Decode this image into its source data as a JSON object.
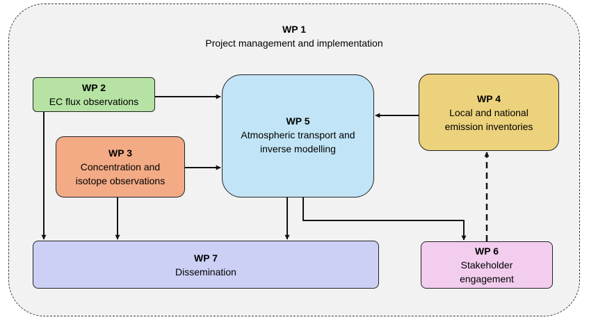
{
  "wp1": {
    "title": "WP 1",
    "subtitle": "Project management and implementation"
  },
  "wp2": {
    "title": "WP 2",
    "lines": [
      "EC flux observations"
    ]
  },
  "wp3": {
    "title": "WP 3",
    "lines": [
      "Concentration and",
      "isotope observations"
    ]
  },
  "wp4": {
    "title": "WP 4",
    "lines": [
      "Local and national",
      "emission inventories"
    ]
  },
  "wp5": {
    "title": "WP 5",
    "lines": [
      "Atmospheric transport and",
      "inverse modelling"
    ]
  },
  "wp6": {
    "title": "WP 6",
    "lines": [
      "Stakeholder",
      "engagement"
    ]
  },
  "wp7": {
    "title": "WP 7",
    "lines": [
      "Dissemination"
    ]
  },
  "colors": {
    "wp2": "#b6e3a4",
    "wp3": "#f3ab86",
    "wp4": "#ecd27c",
    "wp5": "#c1e5f6",
    "wp6": "#f2cdee",
    "wp7": "#ccd0f5",
    "outline": "#222222"
  },
  "connections": [
    {
      "from": "wp2",
      "to": "wp5",
      "style": "solid"
    },
    {
      "from": "wp2",
      "to": "wp7",
      "style": "solid"
    },
    {
      "from": "wp3",
      "to": "wp5",
      "style": "solid"
    },
    {
      "from": "wp3",
      "to": "wp7",
      "style": "solid"
    },
    {
      "from": "wp4",
      "to": "wp5",
      "style": "solid"
    },
    {
      "from": "wp5",
      "to": "wp7",
      "style": "solid"
    },
    {
      "from": "wp5",
      "to": "wp6",
      "style": "solid"
    },
    {
      "from": "wp6",
      "to": "wp4",
      "style": "dashed"
    }
  ]
}
